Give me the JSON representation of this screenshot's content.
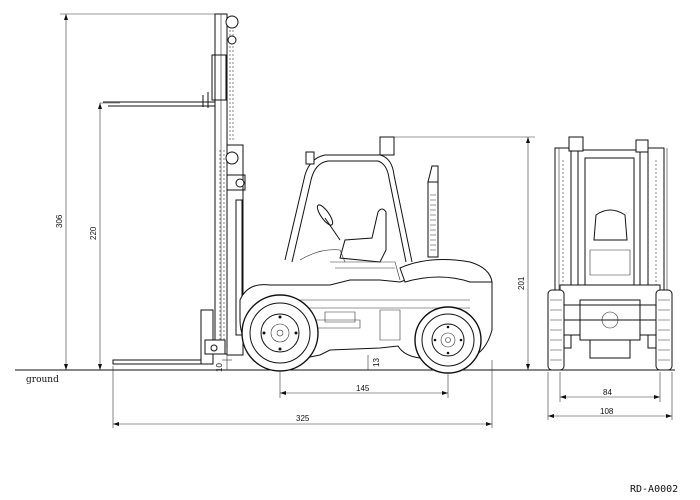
{
  "ground_label": "ground",
  "drawing_code": "RD-A0002",
  "dimensions": {
    "overall_height": "306",
    "lift_height": "220",
    "cab_height": "201",
    "fork_thickness": "10",
    "ground_clearance": "13",
    "wheelbase": "145",
    "overall_length": "325",
    "track_width": "84",
    "overall_width": "108"
  }
}
